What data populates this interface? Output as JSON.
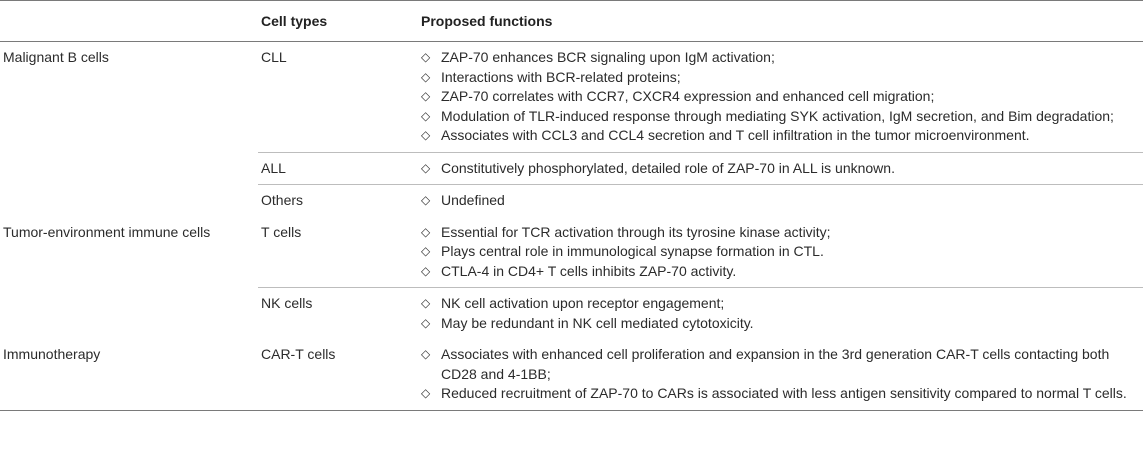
{
  "headers": [
    "",
    "Cell types",
    "Proposed functions"
  ],
  "bullet_icon": "diamond-outline-icon",
  "rows": [
    {
      "category": "Malignant B cells",
      "cell_type": "CLL",
      "functions": [
        "ZAP-70 enhances BCR signaling upon IgM activation;",
        "Interactions with BCR-related proteins;",
        "ZAP-70 correlates with CCR7, CXCR4 expression and enhanced cell migration;",
        "Modulation of TLR-induced response through mediating SYK activation, IgM secretion, and Bim degradation;",
        "Associates with CCL3 and CCL4 secretion and T cell infiltration in the tumor microenvironment."
      ]
    },
    {
      "category": "",
      "cell_type": "ALL",
      "functions": [
        "Constitutively phosphorylated, detailed role of ZAP-70 in ALL is unknown."
      ]
    },
    {
      "category": "",
      "cell_type": "Others",
      "functions": [
        "Undefined"
      ]
    },
    {
      "category": "Tumor-environment immune cells",
      "cell_type": "T cells",
      "functions": [
        "Essential for TCR activation through its tyrosine kinase activity;",
        "Plays central role in immunological synapse formation in CTL.",
        "CTLA-4 in CD4+ T cells inhibits ZAP-70 activity."
      ]
    },
    {
      "category": "",
      "cell_type": "NK cells",
      "functions": [
        "NK cell activation upon receptor engagement;",
        "May be redundant in NK cell mediated cytotoxicity."
      ]
    },
    {
      "category": "Immunotherapy",
      "cell_type": "CAR-T cells",
      "functions": [
        "Associates with enhanced cell proliferation and expansion in the 3rd generation CAR-T cells contacting both CD28 and 4-1BB;",
        "Reduced recruitment of ZAP-70 to CARs is associated with less antigen sensitivity compared to normal T cells."
      ]
    }
  ]
}
